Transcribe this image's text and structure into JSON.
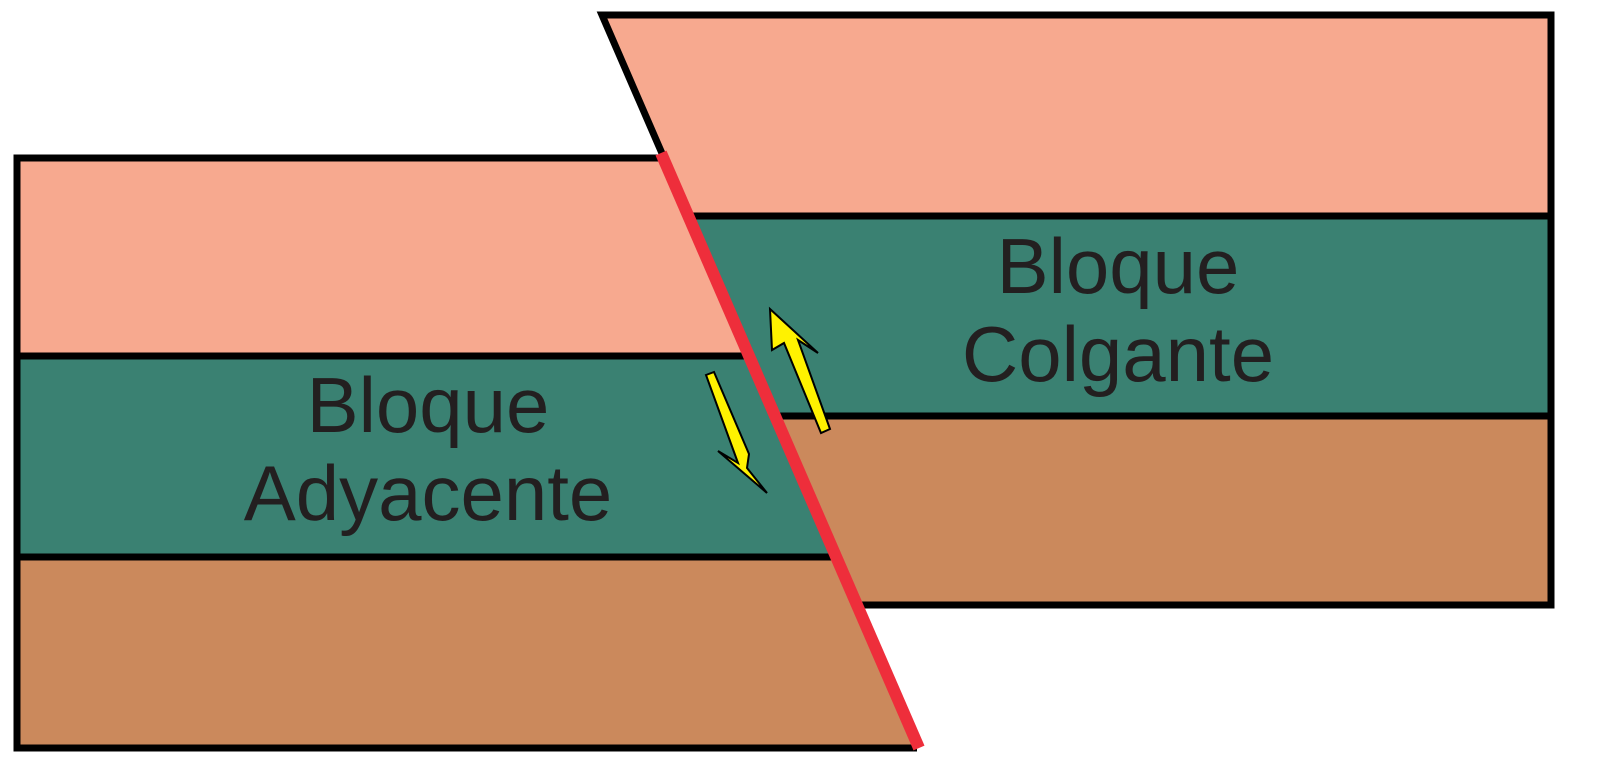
{
  "labels": {
    "footwall_line1": "Bloque",
    "footwall_line2": "Adyacente",
    "hangingwall_line1": "Bloque",
    "hangingwall_line2": "Colgante"
  },
  "colors": {
    "layer_top": "#f7a98f",
    "layer_middle": "#3a8172",
    "layer_bottom": "#cb895c",
    "outline": "#000000",
    "fault": "#ee2e3b",
    "arrow_fill": "#fff200",
    "text": "#231f20"
  },
  "icons": {
    "fault_up_arrow": "half-arrow-up",
    "fault_down_arrow": "half-arrow-down"
  }
}
